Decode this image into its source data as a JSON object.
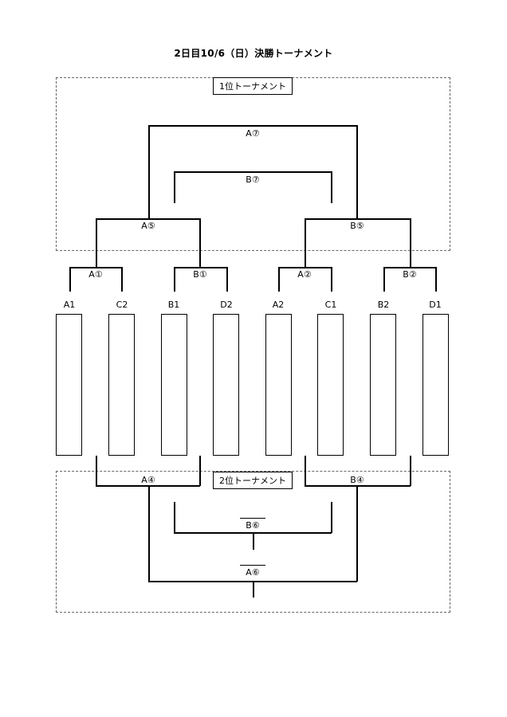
{
  "title": "2日目10/6（日）決勝トーナメント",
  "sections": {
    "first": "1位トーナメント",
    "second": "2位トーナメント"
  },
  "matches": {
    "a7": "A⑦",
    "b7": "B⑦",
    "a5": "A⑤",
    "b5": "B⑤",
    "a1": "A①",
    "b1": "B①",
    "a2": "A②",
    "b2": "B②",
    "a4": "A④",
    "b4": "B④",
    "b6": "B⑥",
    "a6": "A⑥"
  },
  "teams": [
    "A1",
    "C2",
    "B1",
    "D2",
    "A2",
    "C1",
    "B2",
    "D1"
  ]
}
